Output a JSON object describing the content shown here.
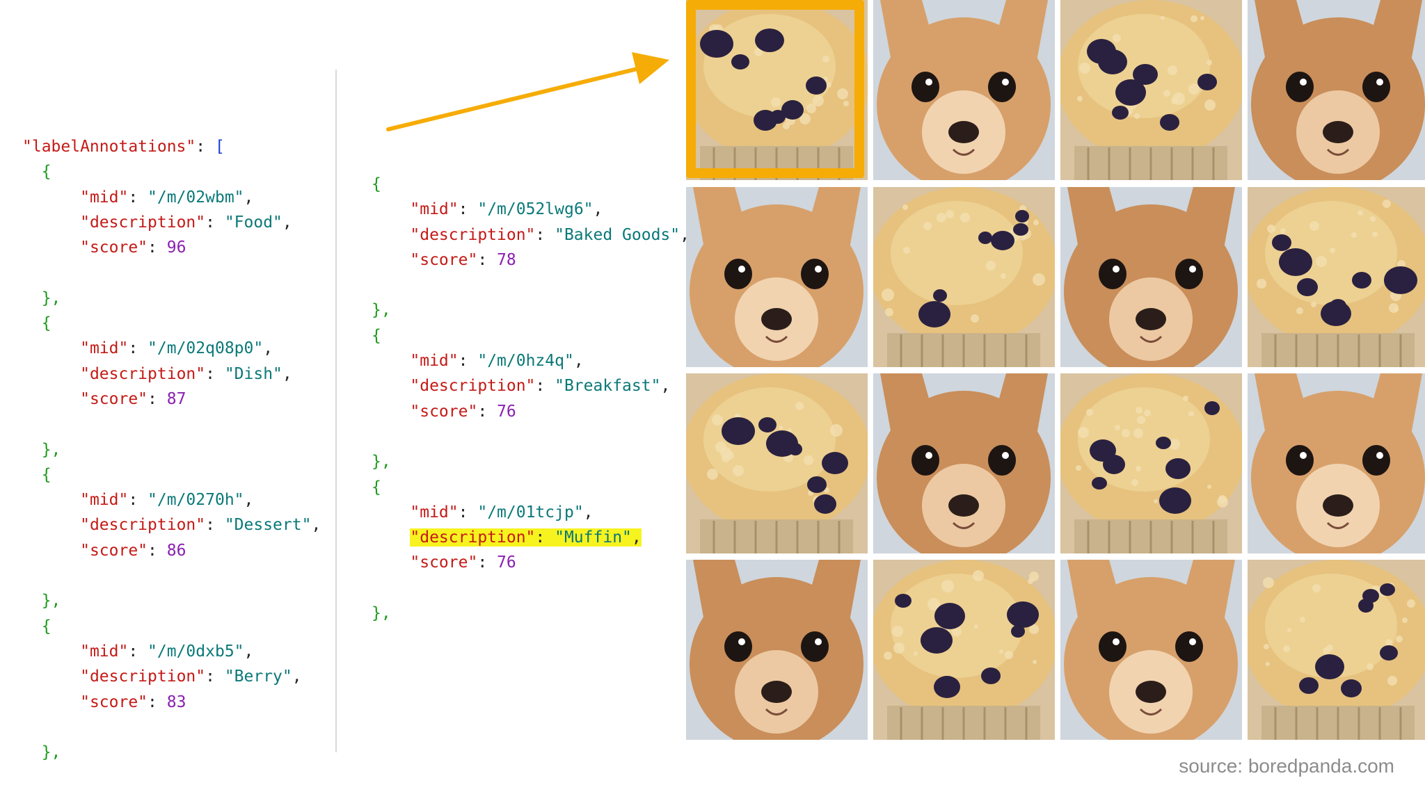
{
  "left": {
    "header_key": "\"labelAnnotations\"",
    "header_sep": ": ",
    "header_bracket": "[",
    "items": [
      {
        "mid": "\"/m/02wbm\"",
        "description": "\"Food\"",
        "score": "96"
      },
      {
        "mid": "\"/m/02q08p0\"",
        "description": "\"Dish\"",
        "score": "87"
      },
      {
        "mid": "\"/m/0270h\"",
        "description": "\"Dessert\"",
        "score": "86"
      },
      {
        "mid": "\"/m/0dxb5\"",
        "description": "\"Berry\"",
        "score": "83"
      }
    ]
  },
  "right": {
    "items": [
      {
        "mid": "\"/m/052lwg6\"",
        "description": "\"Baked Goods\"",
        "score": "78"
      },
      {
        "mid": "\"/m/0hz4q\"",
        "description": "\"Breakfast\"",
        "score": "76"
      },
      {
        "mid": "\"/m/01tcjp\"",
        "description": "\"Muffin\"",
        "score": "76"
      }
    ]
  },
  "keys": {
    "mid": "\"mid\"",
    "description": "\"description\"",
    "score": "\"score\""
  },
  "punct": {
    "open": "{",
    "close": "},",
    "colon": ": ",
    "comma": ","
  },
  "grid": {
    "tiles": [
      [
        "muffin",
        "chihuahua",
        "muffin",
        "chihuahua"
      ],
      [
        "chihuahua",
        "muffin",
        "chihuahua",
        "muffin"
      ],
      [
        "muffin",
        "chihuahua",
        "muffin",
        "chihuahua"
      ],
      [
        "chihuahua",
        "muffin",
        "chihuahua",
        "muffin"
      ]
    ]
  },
  "colors": {
    "highlight_box": "#f6ac06",
    "arrow": "#f6ac06",
    "text_highlight": "#f7f31f"
  },
  "source": "source: boredpanda.com"
}
